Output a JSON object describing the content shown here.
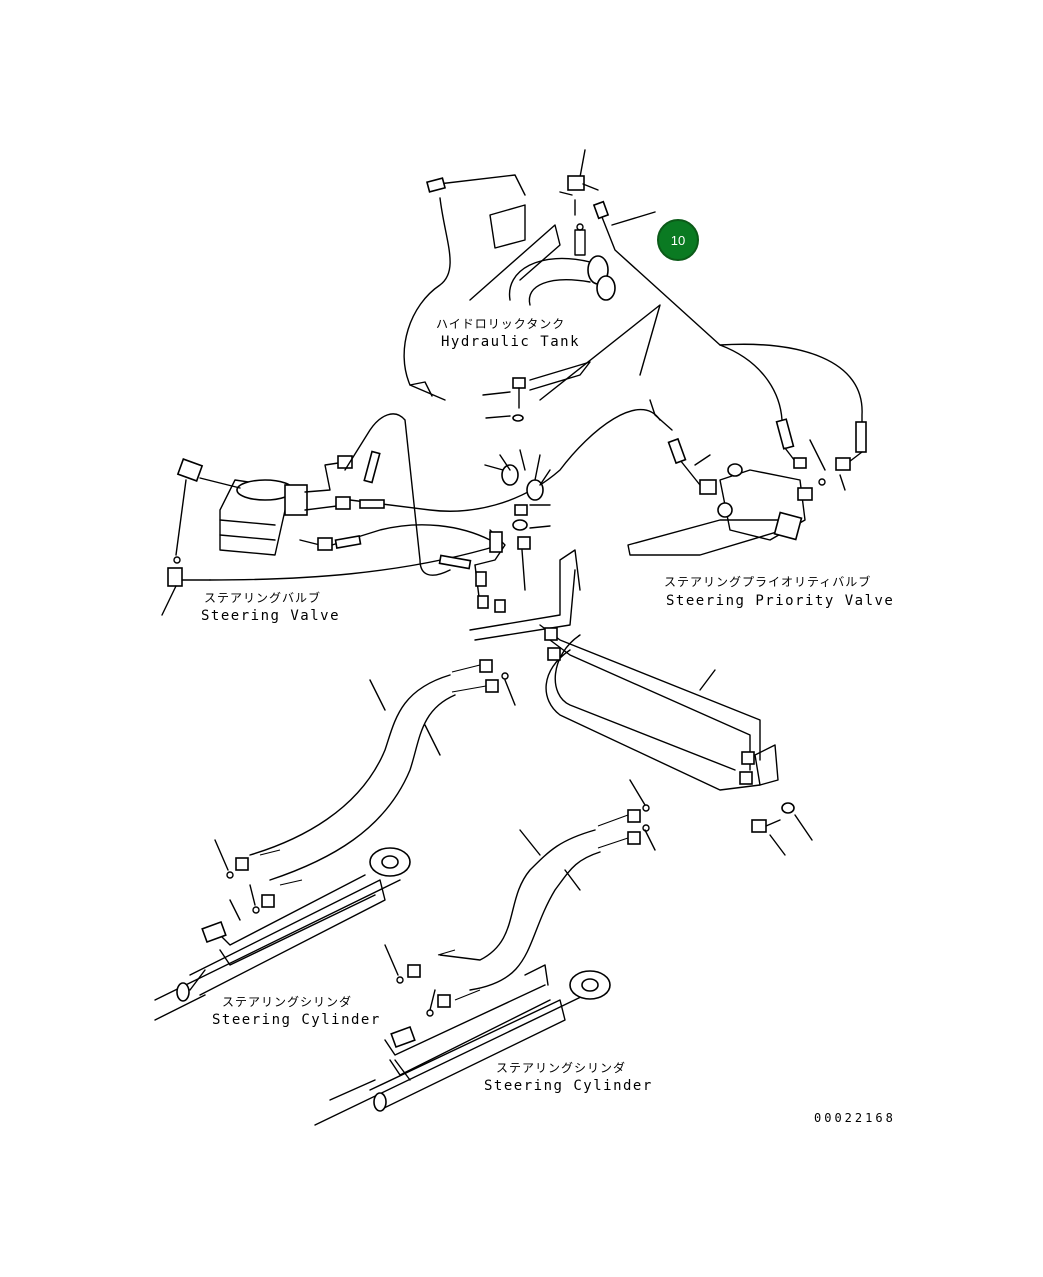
{
  "diagram": {
    "part_badge": "10",
    "labels": {
      "hydraulic_tank_jp": "ハイドロリックタンク",
      "hydraulic_tank_en": "Hydraulic Tank",
      "steering_valve_jp": "ステアリングバルブ",
      "steering_valve_en": "Steering Valve",
      "priority_valve_jp": "ステアリングプライオリティバルブ",
      "priority_valve_en": "Steering Priority Valve",
      "cylinder_left_jp": "ステアリングシリンダ",
      "cylinder_left_en": "Steering Cylinder",
      "cylinder_right_jp": "ステアリングシリンダ",
      "cylinder_right_en": "Steering Cylinder"
    },
    "drawing_number": "00022168"
  }
}
